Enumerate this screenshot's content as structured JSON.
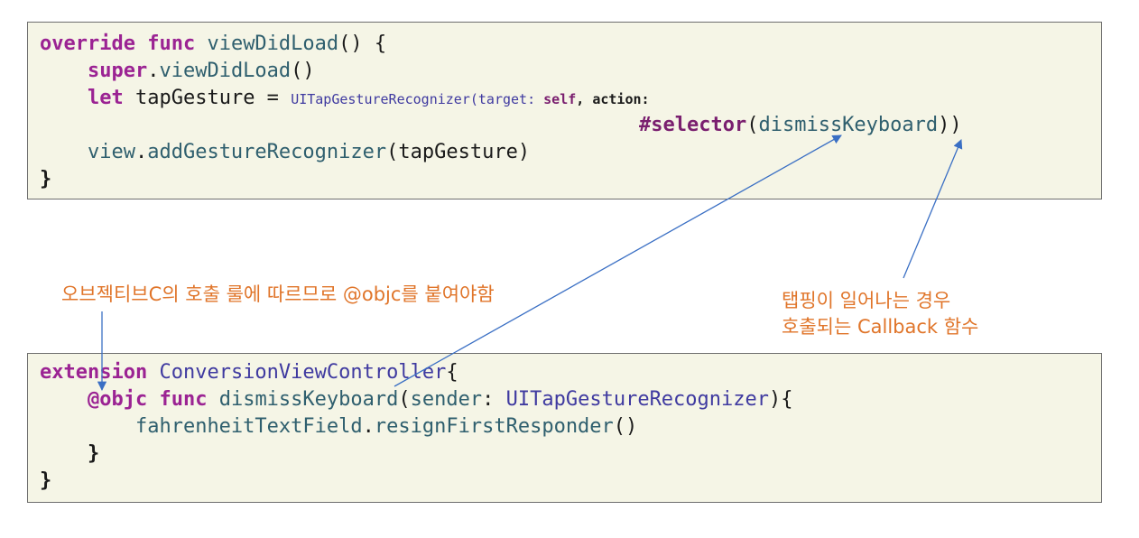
{
  "box1": {
    "line1": {
      "kw1": "override",
      "kw2": "func",
      "name": "viewDidLoad",
      "rest": "() {"
    },
    "line2": {
      "kw": "super",
      "dot": ".",
      "call": "viewDidLoad",
      "rest": "()"
    },
    "line3": {
      "kw": "let",
      "var": "tapGesture",
      "eq": " = ",
      "type": "UITapGestureRecognizer(target: ",
      "self": "self",
      "rest": ", action:"
    },
    "line4": {
      "kw": "#selector",
      "open": "(",
      "arg": "dismissKeyboard",
      "close": "))"
    },
    "line5": {
      "obj": "view",
      "dot": ".",
      "call": "addGestureRecognizer",
      "rest": "(tapGesture)"
    },
    "line6": {
      "brace": "}"
    }
  },
  "box2": {
    "line1": {
      "kw": "extension",
      "type": "ConversionViewController",
      "rest": "{"
    },
    "line2": {
      "attr": "@objc",
      "kw": "func",
      "name": "dismissKeyboard",
      "open": "(",
      "param": "sender",
      "colon": ": ",
      "type": "UITapGestureRecognizer",
      "rest": "){"
    },
    "line3": {
      "obj": "fahrenheitTextField",
      "dot": ".",
      "call": "resignFirstResponder",
      "rest": "()"
    },
    "line4": {
      "brace": "}"
    },
    "line5": {
      "brace": "}"
    }
  },
  "annotations": {
    "objc_note": "오브젝티브C의 호출 룰에 따르므로 @objc를 붙여야함",
    "callback_note_line1": "탭핑이 일어나는 경우",
    "callback_note_line2": "호출되는 Callback 함수"
  },
  "colors": {
    "keyword": "#9b2393",
    "type": "#3f3aa0",
    "function": "#2f5f6e",
    "annotation": "#e0752a",
    "arrow": "#3a6fc4",
    "code_background": "#f5f5e6"
  }
}
